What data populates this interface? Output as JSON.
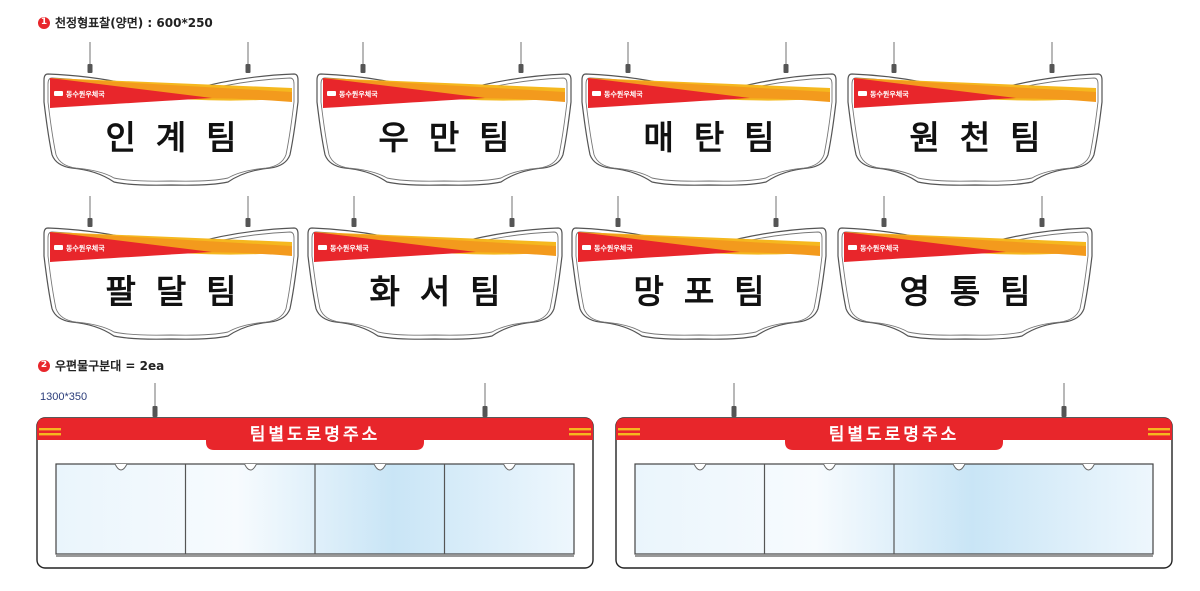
{
  "section1": {
    "number": "1",
    "title": "천정형표찰(양면) : 600*250"
  },
  "section2": {
    "number": "2",
    "title": "우편물구분대 = 2ea",
    "dims": "1300*350"
  },
  "brand": "동수원우체국",
  "signs": [
    {
      "name": "인계팀"
    },
    {
      "name": "우만팀"
    },
    {
      "name": "매탄팀"
    },
    {
      "name": "원천팀"
    },
    {
      "name": "팔달팀"
    },
    {
      "name": "화서팀"
    },
    {
      "name": "망포팀"
    },
    {
      "name": "영통팀"
    }
  ],
  "holders": [
    {
      "title": "팀별도로명주소",
      "slots": 4
    },
    {
      "title": "팀별도로명주소",
      "slots": 3
    }
  ],
  "colors": {
    "red": "#e8262b",
    "orange": "#f39a1d",
    "yellow": "#f5b81f",
    "glass": "#d7ecf8"
  }
}
